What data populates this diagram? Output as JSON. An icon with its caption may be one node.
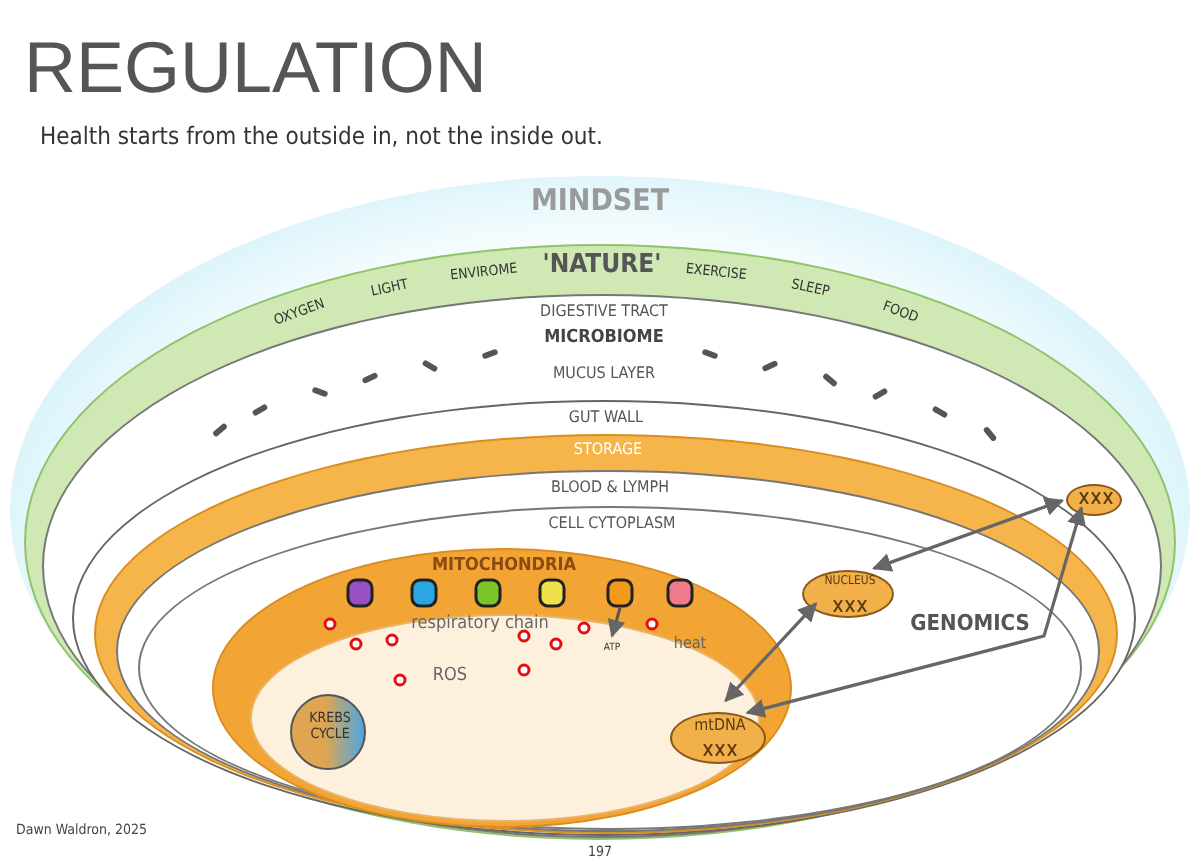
{
  "diagram": {
    "title": "REGULATION",
    "nodes": [
      {
        "text": [
          "MINDSET"
        ]
      },
      {
        "text": [
          "'NATURE'"
        ],
        "in": 0
      },
      {
        "text": [
          "DIGESTIVE TRACT",
          "MICROBIOME",
          "MUCUS LAYER"
        ],
        "in": 1
      },
      {
        "text": [
          "GUT WALL"
        ],
        "in": 2
      },
      {
        "text": [
          "STORAGE"
        ],
        "in": 3
      },
      {
        "text": [
          "BLOOD & LYMPH"
        ],
        "in": 4
      },
      {
        "text": [
          "CELL CYTOPLASM",
          "GENOMICS"
        ],
        "in": 5
      },
      {
        "text": [
          "MITOCHONDRIA"
        ],
        "in": 6
      },
      {
        "text": [
          "NUCLEUS"
        ],
        "in": 6
      },
      {
        "text": [
          "mtDNA"
        ],
        "in": 7
      },
      {
        "text": [
          "KREBS CYCLE"
        ],
        "in": 7
      },
      {
        "text": [],
        "shape": "oval",
        "in": 4
      }
    ],
    "edges": [
      {
        "from": 11,
        "to": 8,
        "arrow": "both"
      },
      {
        "from": 11,
        "to": 9,
        "arrow": "both"
      },
      {
        "from": 8,
        "to": 9,
        "arrow": "both"
      }
    ],
    "labels": [
      "Health starts from the outside in, not the inside out.",
      "OXYGEN",
      "LIGHT",
      "ENVIROME",
      "EXERCISE",
      "SLEEP",
      "FOOD",
      "respiratory chain",
      "ATP",
      "heat",
      "ROS",
      "Dawn Waldron, 2025",
      "197"
    ]
  }
}
